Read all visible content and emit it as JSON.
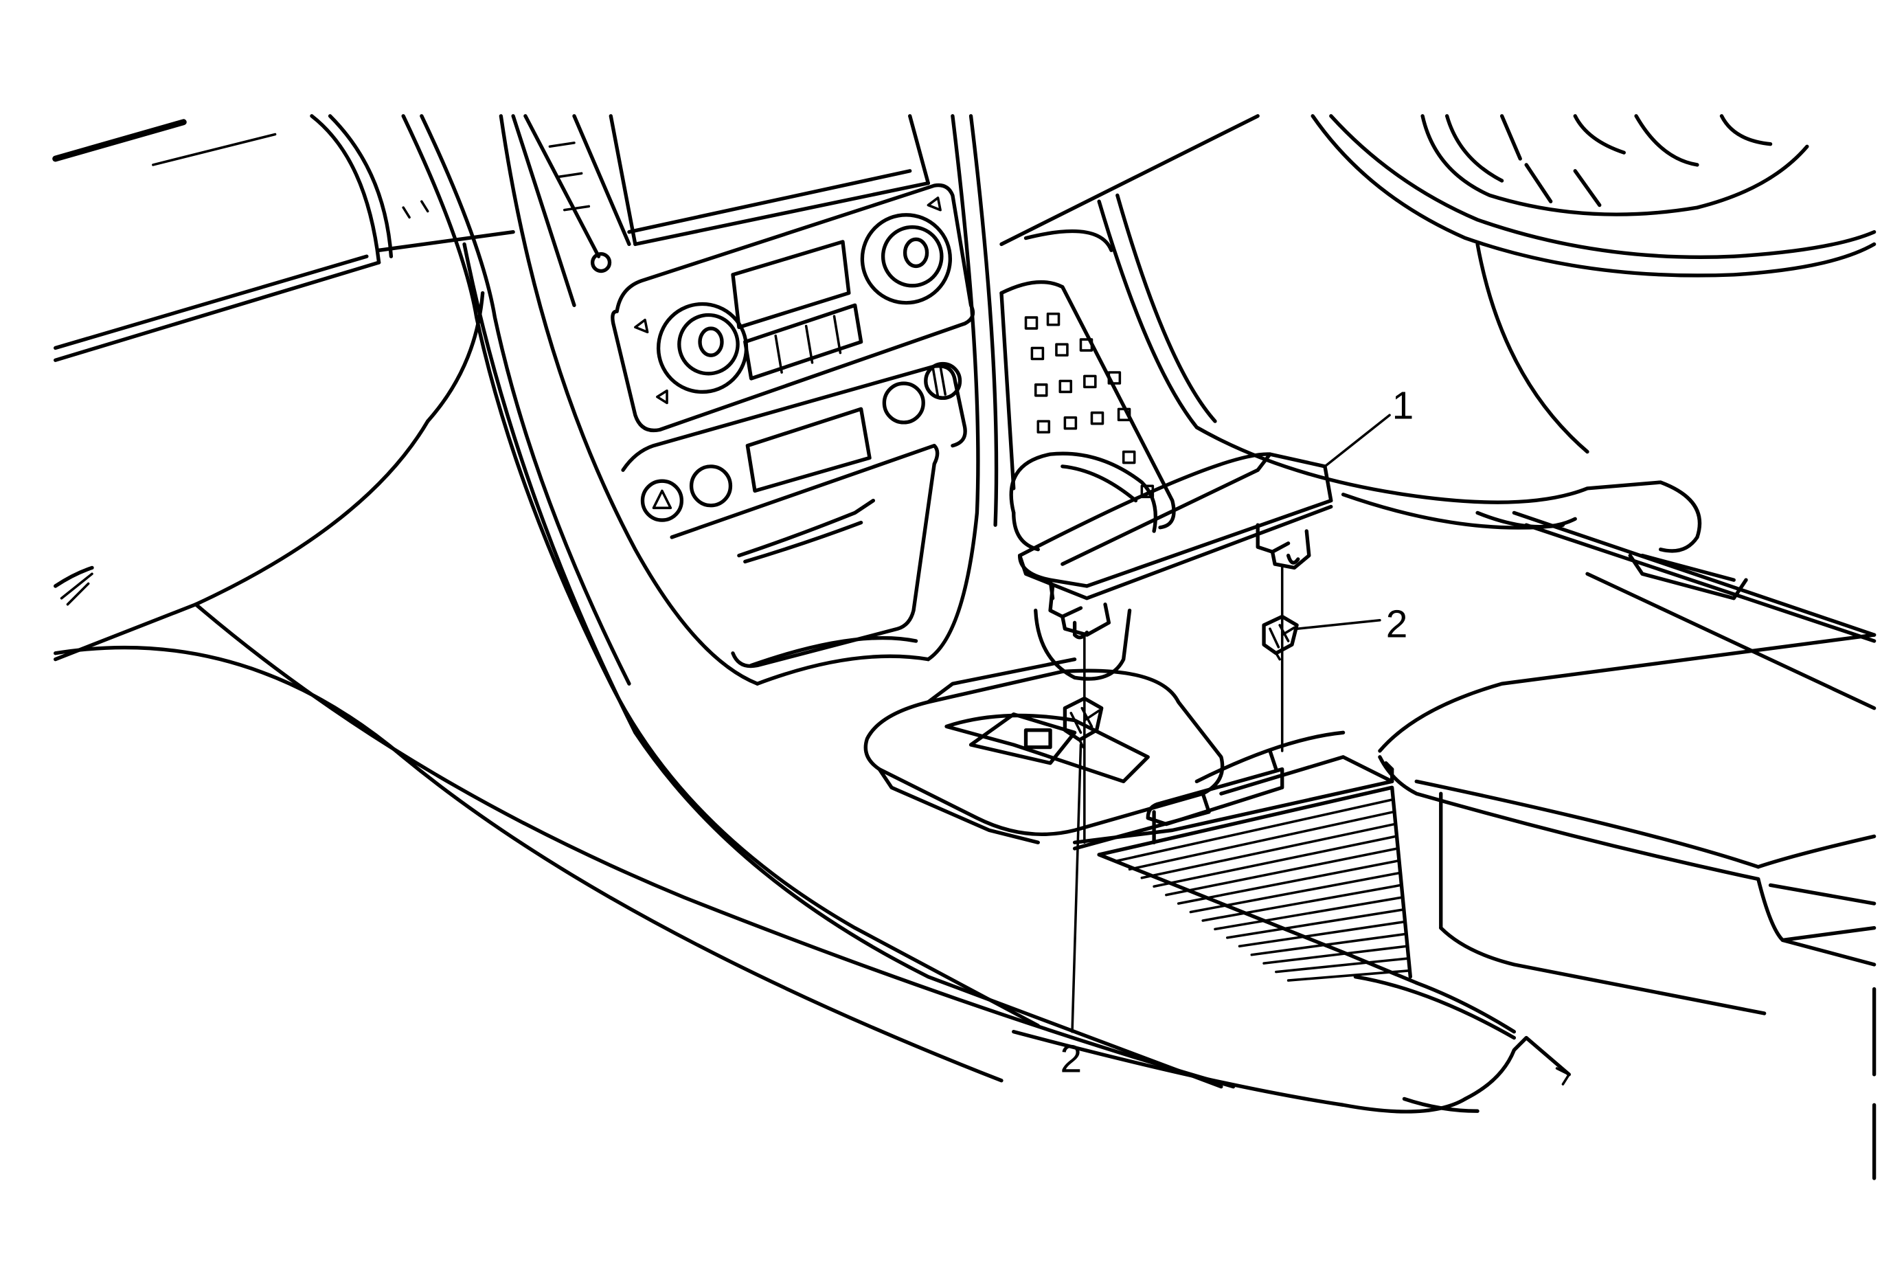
{
  "callouts": [
    {
      "id": "1",
      "label": "1"
    },
    {
      "id": "2a",
      "label": "2"
    },
    {
      "id": "2b",
      "label": "2"
    }
  ]
}
